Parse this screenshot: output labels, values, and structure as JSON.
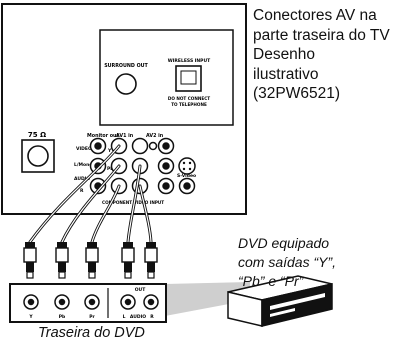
{
  "caption": {
    "lines": [
      "Conectores AV na",
      "parte traseira do TV",
      "Desenho",
      "ilustrativo",
      "(32PW6521)"
    ]
  },
  "tv_panel": {
    "surround_out": "SURROUND OUT",
    "wireless_input": "WIRELESS INPUT",
    "do_not_connect_1": "DO NOT CONNECT",
    "do_not_connect_2": "TO TELEPHONE",
    "ohm_label": "75 Ω",
    "monitor_out": "Monitor out",
    "av1_in": "AV1 in",
    "av2_in": "AV2 in",
    "video": "VIDEO",
    "l_mono": "L/Mono",
    "audio": "AUDIO",
    "r": "R",
    "y": "Y",
    "pb": "Pb",
    "pr": "Pr",
    "s_video": "S-Video",
    "component_video_input": "COMPONENT VIDEO INPUT"
  },
  "dvd_panel": {
    "label_y": "Y",
    "label_pb": "Pb",
    "label_pr": "Pr",
    "label_out": "OUT",
    "label_l": "L",
    "label_audio": "AUDIO",
    "label_r": "R"
  },
  "dvd_note": {
    "lines": [
      "DVD equipado",
      "com saídas “Y”,",
      "“Pb” e “Pr”"
    ]
  },
  "dvd_back_label": "Traseira do DVD"
}
